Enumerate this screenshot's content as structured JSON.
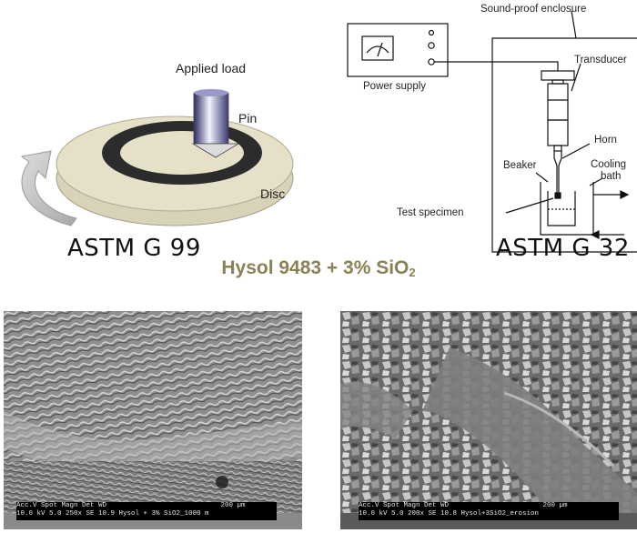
{
  "figure": {
    "left_panel": {
      "applied_load_label": "Applied load",
      "pin_label": "Pin",
      "disc_label": "Disc",
      "caption": "ASTM G 99"
    },
    "right_panel": {
      "enclosure_label": "Sound-proof enclosure",
      "power_supply_label": "Power supply",
      "transducer_label": "Transducer",
      "horn_label": "Horn",
      "beaker_label": "Beaker",
      "cooling_bath_label_1": "Cooling",
      "cooling_bath_label_2": "bath",
      "test_specimen_label": "Test specimen",
      "caption": "ASTM G 32"
    },
    "title": {
      "main": "Hysol 9483 + 3% SiO",
      "subscript": "2"
    },
    "sem_left": {
      "header": "Acc.V  Spot Magn   Det  WD",
      "values": "10.0 kV 5.0  250x   SE  10.9 Hysol + 3% SiO2_1000 m",
      "scale": "200 µm"
    },
    "sem_right": {
      "header": "Acc.V  Spot Magn   Det  WD",
      "values": "10.0 kV 5.0  200x   SE  10.8  Hysol+3SiO2_erosion",
      "scale": "200 µm"
    }
  },
  "colors": {
    "title": "#8a8256",
    "disc_fill": "#e6e0c8",
    "track": "#2c2c2c",
    "arrow": "#c8c8c8"
  }
}
